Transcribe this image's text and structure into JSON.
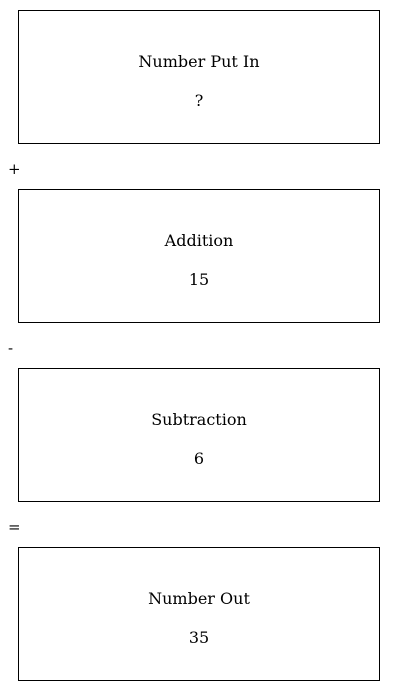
{
  "boxes": {
    "input": {
      "label": "Number Put In",
      "value": "?"
    },
    "addition": {
      "label": "Addition",
      "value": "15"
    },
    "subtraction": {
      "label": "Subtraction",
      "value": "6"
    },
    "output": {
      "label": "Number Out",
      "value": "35"
    }
  },
  "operators": {
    "plus": "+",
    "minus": "-",
    "equals": "="
  }
}
